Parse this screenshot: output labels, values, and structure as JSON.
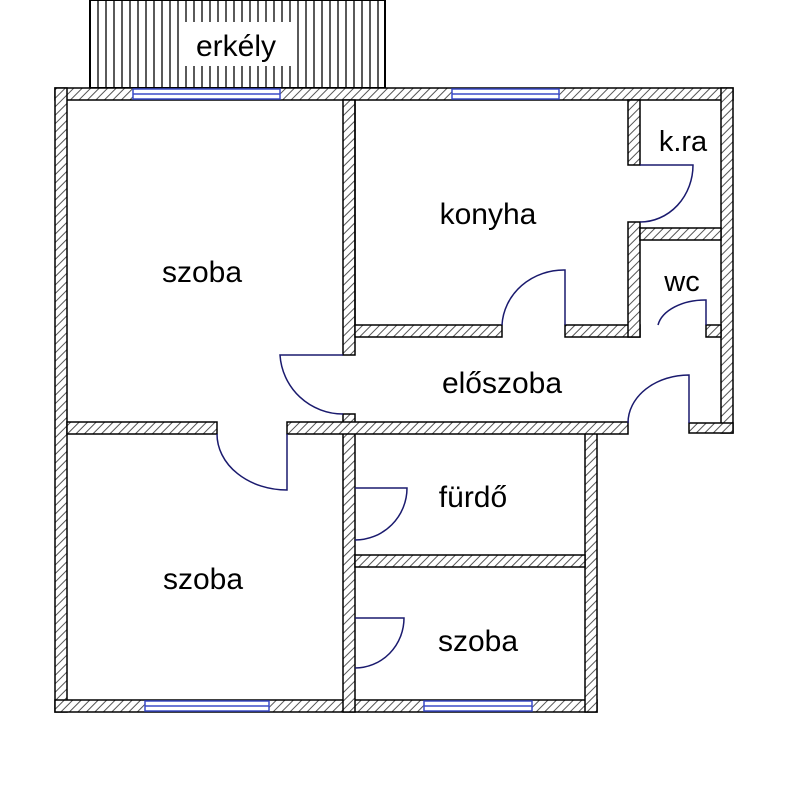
{
  "rooms": {
    "balcony": "erkély",
    "room_top_left": "szoba",
    "kitchen": "konyha",
    "pantry": "k.ra",
    "toilet": "wc",
    "hallway": "előszoba",
    "bathroom": "fürdő",
    "room_bottom_left": "szoba",
    "room_small": "szoba"
  },
  "colors": {
    "wall_outline": "#000000",
    "wall_hatch": "#555555",
    "window": "#3c4cc8",
    "door_arc": "#1a1a6e",
    "background": "#ffffff"
  },
  "icons": {
    "door": "door-swing-icon",
    "window": "window-icon",
    "balcony_railing": "railing-icon"
  }
}
